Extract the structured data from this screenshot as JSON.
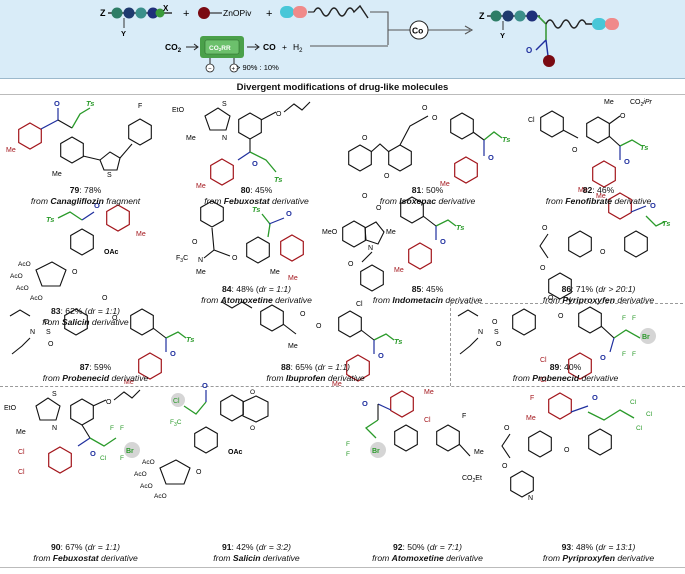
{
  "scheme": {
    "reagent_z": "Z",
    "reagent_y": "Y",
    "reagent_x": "X",
    "plus1": "+",
    "zinc_reagent": "ZnOPiv",
    "plus2": "+",
    "co2": "CO",
    "co2_sub": "2",
    "catalyst_label": "CO",
    "catalyst_label_sub": "2",
    "catalyst_label_tail": "RR",
    "co_product": "CO",
    "h2_plus": "+",
    "h2": "H",
    "h2_sub": "2",
    "ratio": "> 90% : 10%",
    "catalyst_metal": "Co",
    "product_z": "Z",
    "product_y": "Y",
    "product_o": "O"
  },
  "section_title": "Divergent modifications of drug-like molecules",
  "compounds": [
    {
      "num": "79",
      "yield": ": 78%",
      "dr": "",
      "source_prefix": "from ",
      "source_name": "Canagliflozin",
      "source_suffix": " fragment"
    },
    {
      "num": "80",
      "yield": ": 45%",
      "dr": "",
      "source_prefix": "from ",
      "source_name": "Febuxostat",
      "source_suffix": " derivative"
    },
    {
      "num": "81",
      "yield": ": 50%",
      "dr": "",
      "source_prefix": "from ",
      "source_name": "Isoxepac",
      "source_suffix": " derivative"
    },
    {
      "num": "82",
      "yield": ": 46%",
      "dr": "",
      "source_prefix": "from ",
      "source_name": "Fenofibrate",
      "source_suffix": " derivative"
    },
    {
      "num": "83",
      "yield": ": 62% (",
      "dr": "dr = 1:1)",
      "source_prefix": "from ",
      "source_name": "Salicin",
      "source_suffix": " derivative"
    },
    {
      "num": "84",
      "yield": ": 48% (",
      "dr": "dr = 1:1)",
      "source_prefix": "from ",
      "source_name": "Atomoxetine",
      "source_suffix": " derivative"
    },
    {
      "num": "85",
      "yield": ": 45%",
      "dr": "",
      "source_prefix": "from ",
      "source_name": "Indometacin",
      "source_suffix": " derivative"
    },
    {
      "num": "86",
      "yield": ": 71% (",
      "dr": "dr > 20:1)",
      "source_prefix": "from ",
      "source_name": "Pyriproxyfen",
      "source_suffix": " derivative"
    },
    {
      "num": "87",
      "yield": ": 59%",
      "dr": "",
      "source_prefix": "from ",
      "source_name": "Probenecid",
      "source_suffix": " derivative"
    },
    {
      "num": "88",
      "yield": ": 65% (",
      "dr": "dr = 1:1)",
      "source_prefix": "from ",
      "source_name": "Ibuprofen",
      "source_suffix": " derivative"
    },
    {
      "num": "89",
      "yield": ": 40%",
      "dr": "",
      "source_prefix": "from ",
      "source_name": "Probenecid",
      "source_suffix": " derivative"
    },
    {
      "num": "90",
      "yield": ": 67% (",
      "dr": "dr = 1:1)",
      "source_prefix": "from ",
      "source_name": "Febuxostat",
      "source_suffix": " derivative"
    },
    {
      "num": "91",
      "yield": ": 42% (",
      "dr": "dr = 3:2)",
      "source_prefix": "from ",
      "source_name": "Salicin",
      "source_suffix": " derivative"
    },
    {
      "num": "92",
      "yield": ": 50% (",
      "dr": "dr = 7:1)",
      "source_prefix": "from ",
      "source_name": "Atomoxetine",
      "source_suffix": " derivative"
    },
    {
      "num": "93",
      "yield": ": 48% (",
      "dr": "dr = 13:1)",
      "source_prefix": "from ",
      "source_name": "Pyriproxyfen",
      "source_suffix": " derivative"
    }
  ],
  "labels": {
    "ts": "Ts",
    "me": "Me",
    "o": "O",
    "s": "S",
    "n": "N",
    "f": "F",
    "cl": "Cl",
    "br": "Br",
    "oac": "OAc",
    "aco": "AcO",
    "eto": "EtO",
    "meo": "MeO",
    "f3c": "F",
    "f3c_sub": "3",
    "f3c_tail": "C",
    "co2ipr": "CO",
    "co2ipr_sub": "2",
    "co2ipr_tail": "iPr",
    "co2et": "CO",
    "co2et_sub": "2",
    "co2et_tail": "Et"
  },
  "colors": {
    "scheme_bg": "#d9ecf8",
    "ts_green": "#2a9a2a",
    "carbonyl_blue": "#1f2f9e",
    "aryl_red": "#a3161c",
    "dark_red": "#7a0a12",
    "halo": "#d5d5d5",
    "grey_line": "#9a9a9a"
  }
}
